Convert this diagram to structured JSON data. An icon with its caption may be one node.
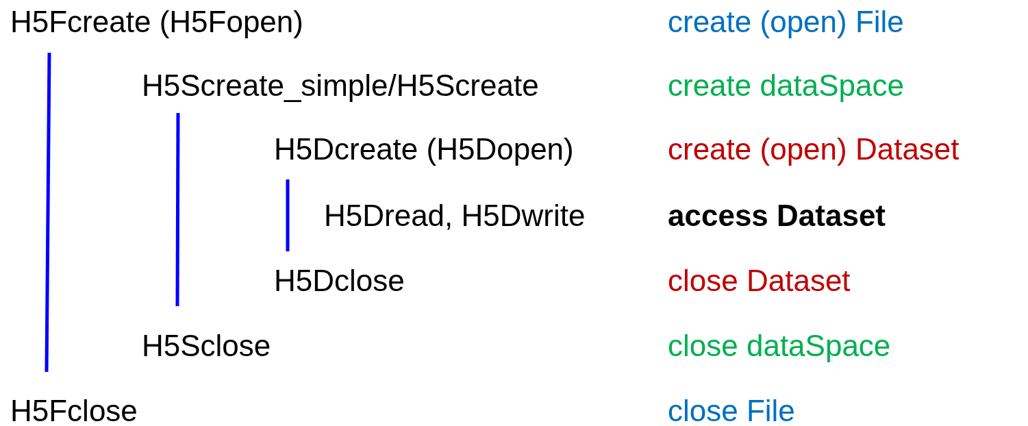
{
  "diagram": {
    "labels": [
      "H5Fcreate (H5Fopen)",
      "create (open) File",
      "H5Screate_simple/H5Screate",
      "create dataSpace",
      "H5Dcreate (H5Dopen)",
      "create (open) Dataset",
      "H5Dread, H5Dwrite",
      "access Dataset",
      "H5Dclose",
      "close Dataset",
      "H5Sclose",
      "close dataSpace",
      "H5Fclose",
      "close File"
    ]
  }
}
